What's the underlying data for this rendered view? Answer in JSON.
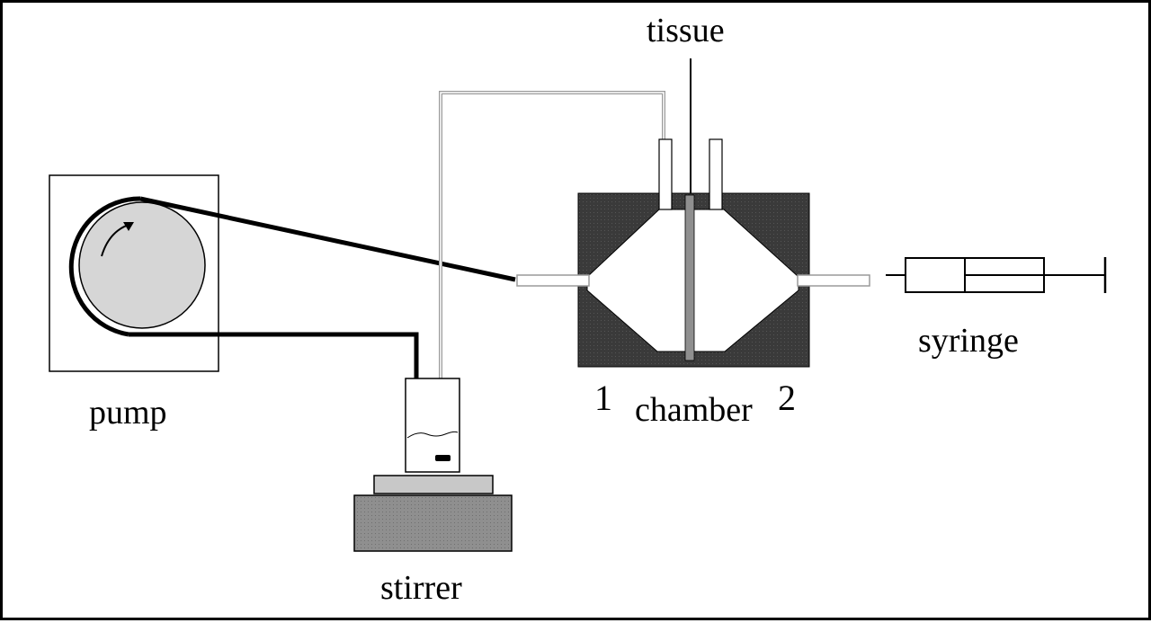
{
  "labels": {
    "tissue": "tissue",
    "pump": "pump",
    "stirrer": "stirrer",
    "chamber": "chamber",
    "syringe": "syringe",
    "port_1": "1",
    "port_2": "2"
  },
  "colors": {
    "frame": "#000000",
    "chamber_body": "#3a3a3a",
    "rotor_fill": "#d6d6d6",
    "stirrer_base": "#9a9a9a",
    "stirrer_top": "#c8c8c8",
    "tube_gray": "#9a9a9a"
  }
}
